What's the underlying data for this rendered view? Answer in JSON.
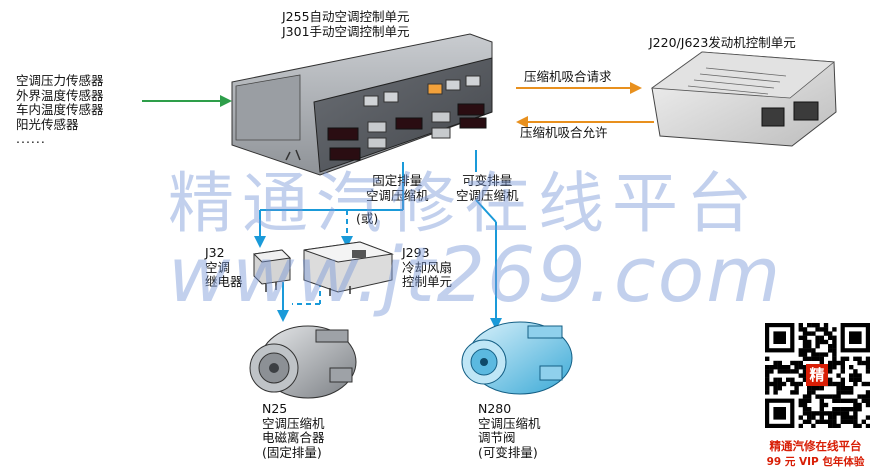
{
  "colors": {
    "arrow_green": "#2e9e4a",
    "arrow_orange": "#e8901e",
    "arrow_blue": "#1a9ad9",
    "watermark": "#7896d7",
    "promo_red": "#d81e06"
  },
  "control_unit": {
    "line1": "J255自动空调控制单元",
    "line2": "J301手动空调控制单元"
  },
  "engine_unit": {
    "label": "J220/J623发动机控制单元"
  },
  "sensors": {
    "items": [
      "空调压力传感器",
      "外界温度传感器",
      "车内温度传感器",
      "阳光传感器"
    ],
    "ellipsis": "......"
  },
  "signals": {
    "request": "压缩机吸合请求",
    "permit": "压缩机吸合允许"
  },
  "fixed_branch": {
    "line1": "固定排量",
    "line2": "空调压缩机"
  },
  "variable_branch": {
    "line1": "可变排量",
    "line2": "空调压缩机"
  },
  "or_label": "(或)",
  "relay": {
    "code": "J32",
    "line1": "空调",
    "line2": "继电器"
  },
  "fan_unit": {
    "code": "J293",
    "line1": "冷却风扇",
    "line2": "控制单元"
  },
  "n25": {
    "code": "N25",
    "line1": "空调压缩机",
    "line2": "电磁离合器",
    "line3": "(固定排量)"
  },
  "n280": {
    "code": "N280",
    "line1": "空调压缩机",
    "line2": "调节阀",
    "line3": "(可变排量)"
  },
  "watermark": {
    "title": "精通汽修在线平台",
    "url": "www.jt269.com"
  },
  "promo": {
    "qr_badge": "精",
    "line1": "精通汽修在线平台",
    "line2": "99 元 VIP 包年体验"
  }
}
